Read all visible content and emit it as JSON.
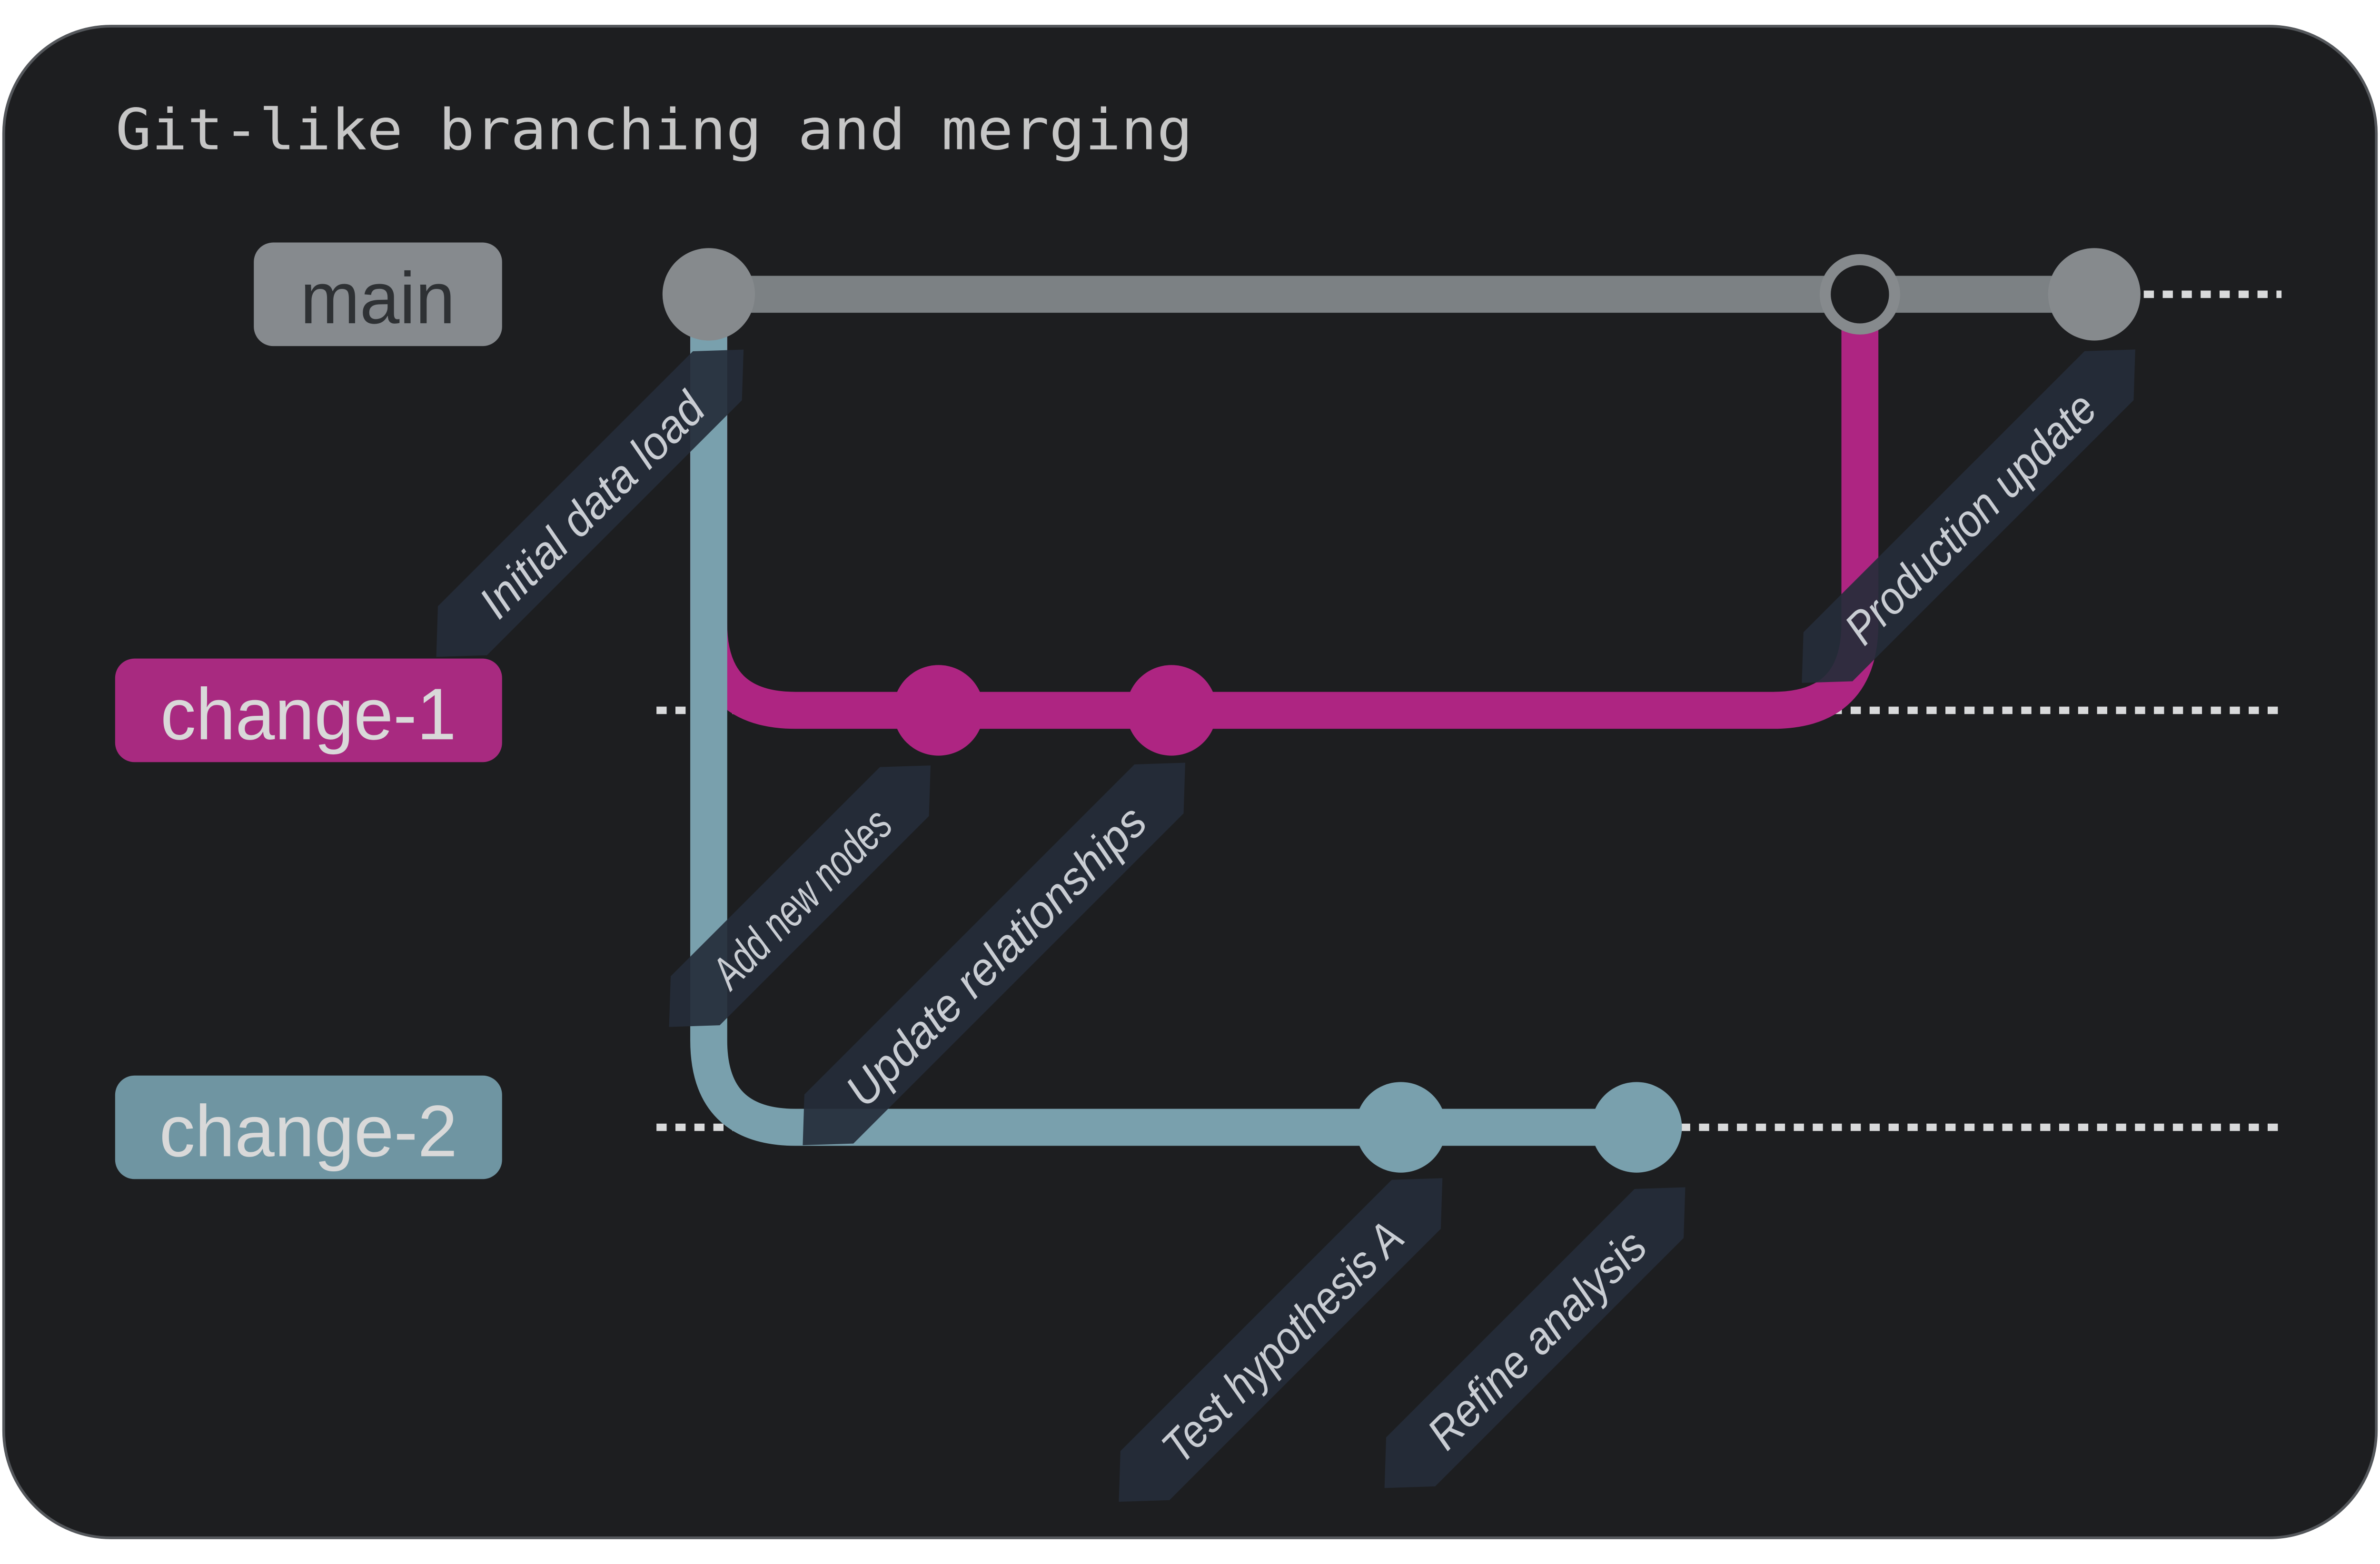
{
  "title": "Git-like branching and merging",
  "colors": {
    "page_bg": "#ffffff",
    "canvas_bg": "#1d1e20",
    "canvas_border": "#54575b",
    "title_text": "#c6c6c6",
    "dotted_line": "#d9dadb",
    "label_band_bg": "rgba(37,44,58,0.92)",
    "label_band_text": "#c9cdd3"
  },
  "branches": [
    {
      "name": "main",
      "line_color": "#7c8184",
      "node_color": "#868a8d",
      "badge": {
        "bg": "#868a8e",
        "text_color": "#2e3134"
      }
    },
    {
      "name": "change-1",
      "line_color": "#ae2582",
      "node_color": "#ae2582",
      "badge": {
        "bg": "#a82a80",
        "text_color": "#d9d9d9"
      }
    },
    {
      "name": "change-2",
      "line_color": "#79a0ad",
      "node_color": "#79a0ad",
      "badge": {
        "bg": "#6f95a2",
        "text_color": "#d9d9d9"
      }
    }
  ],
  "commits": {
    "main": [
      "Initial data load",
      "Production update"
    ],
    "change1": [
      "Add new nodes",
      "Update relationships"
    ],
    "change2": [
      "Test hypothesis A",
      "Refine analysis"
    ]
  }
}
